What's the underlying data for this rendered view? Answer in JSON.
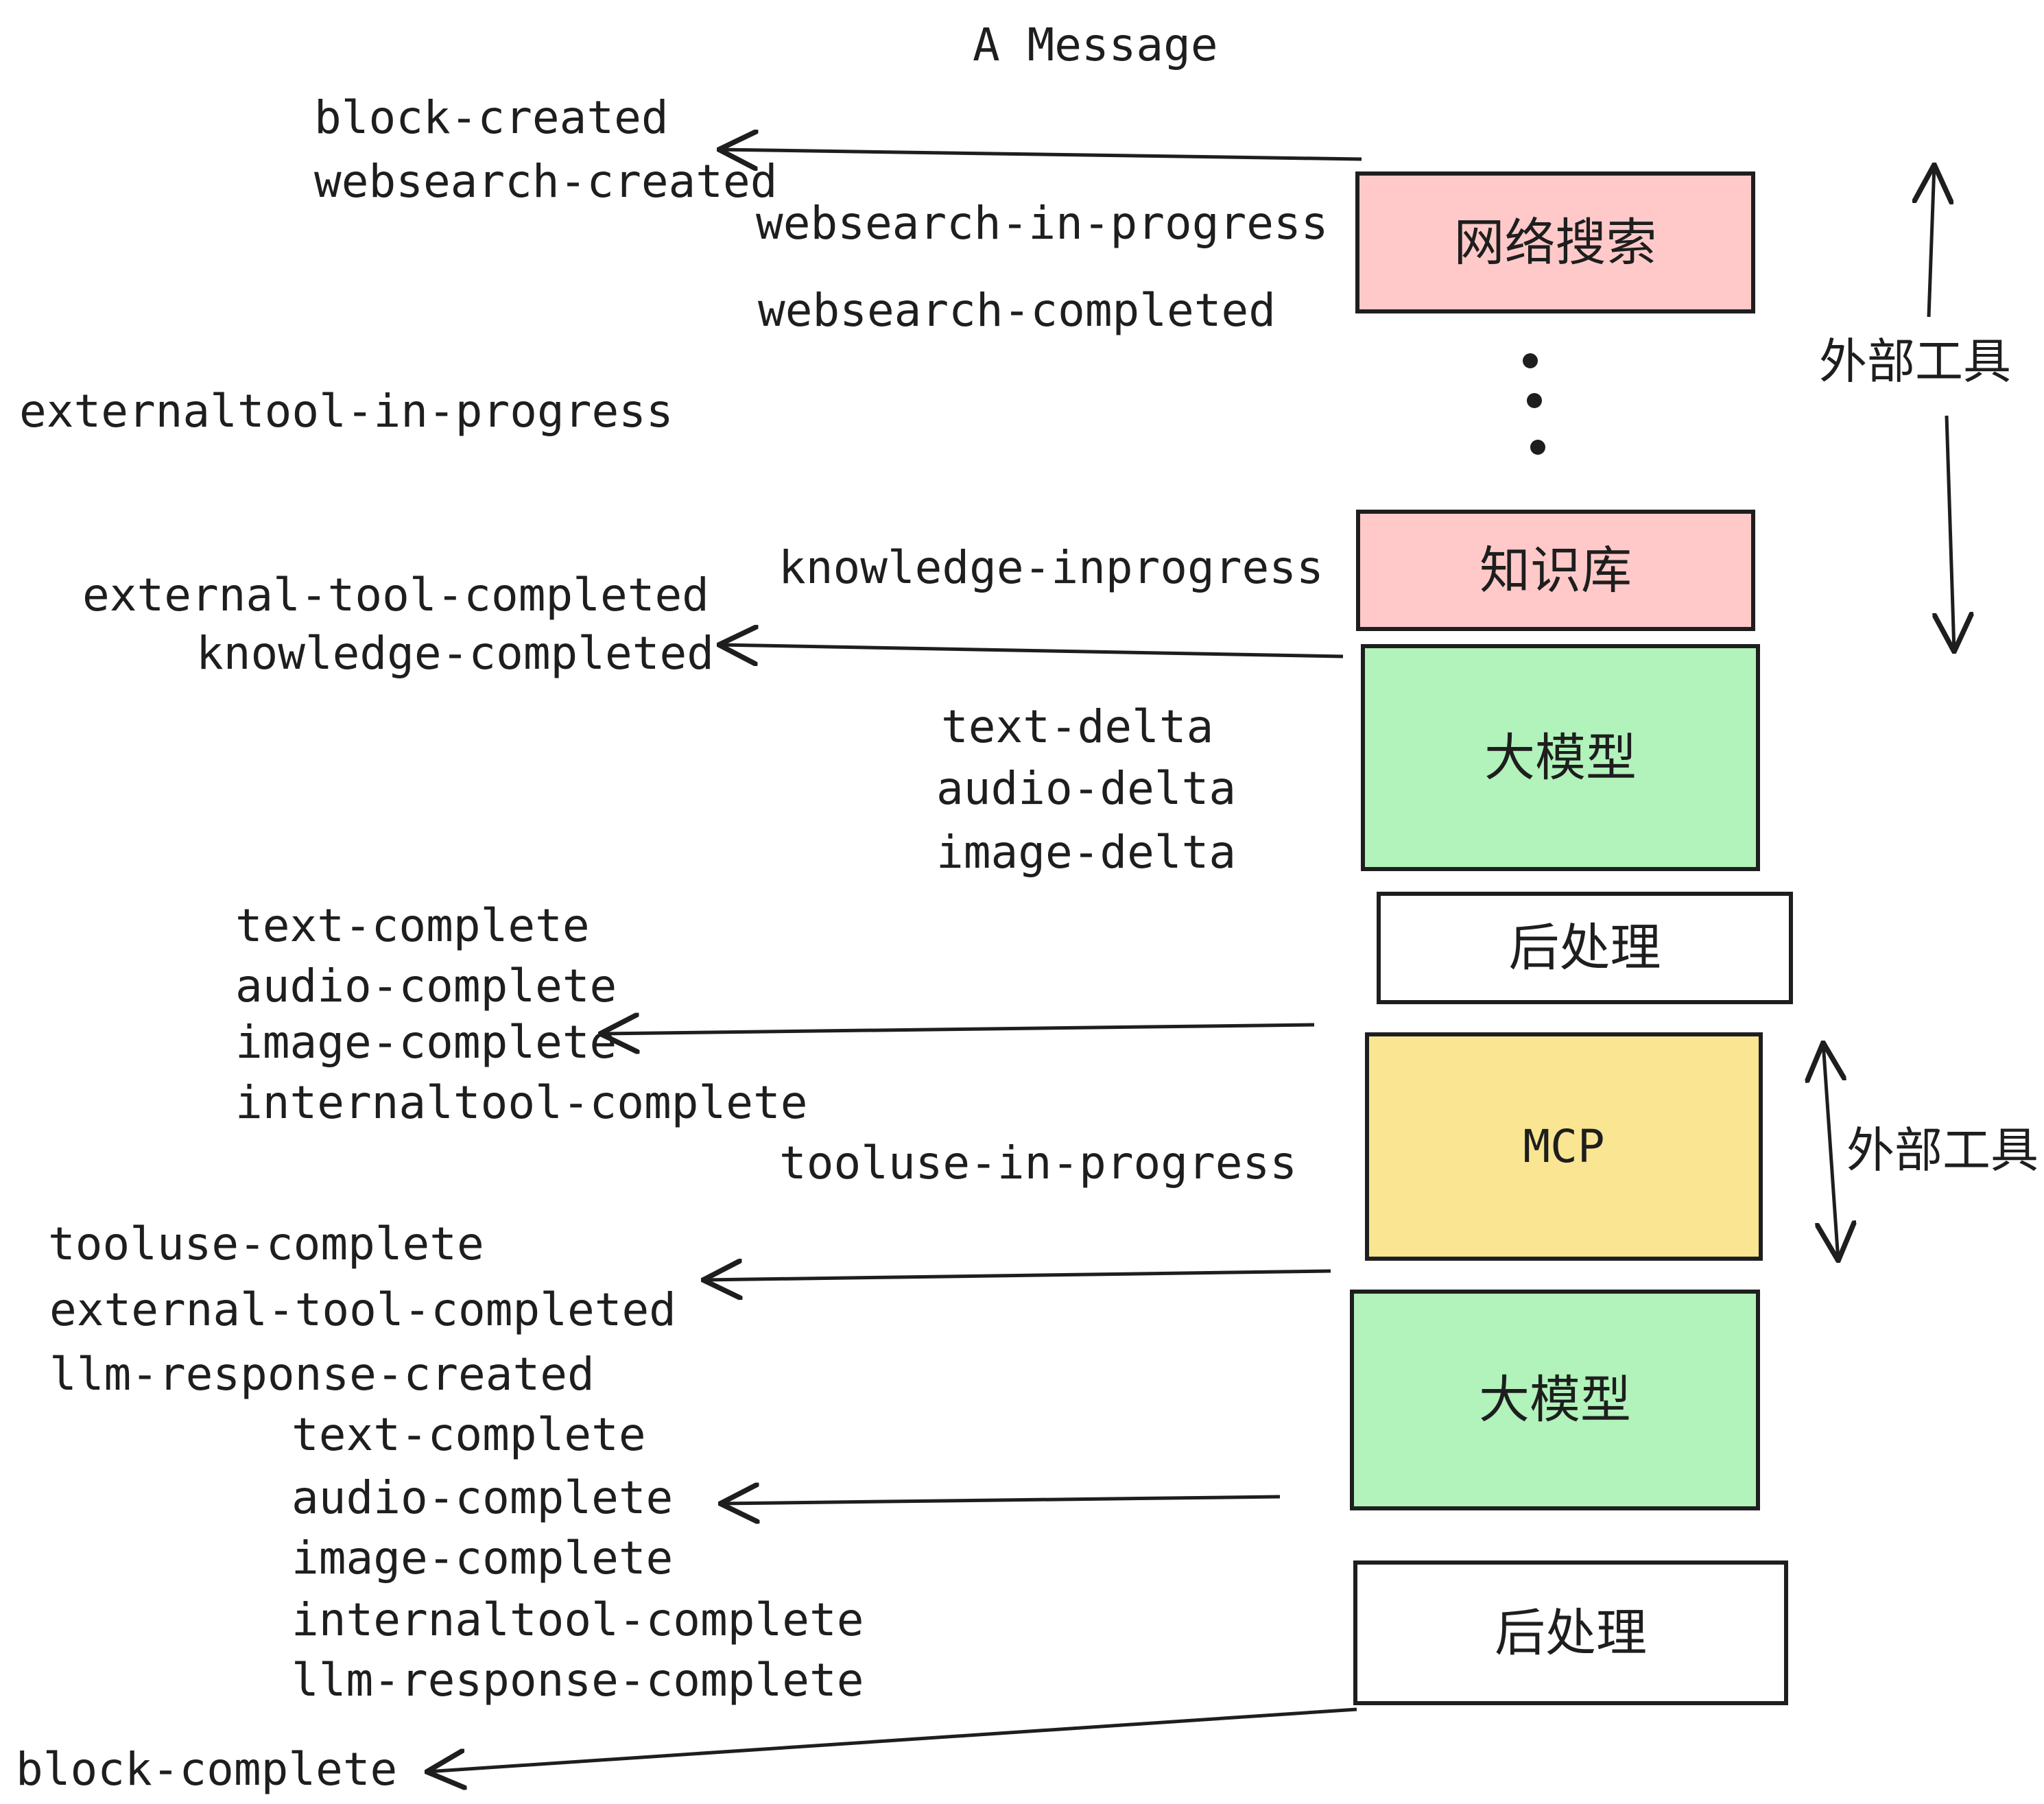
{
  "title": "A Message",
  "colors": {
    "ink": "#1e1e1e",
    "websearch_box": "#ffc9c9",
    "knowledge_box": "#ffc9c9",
    "llm_box": "#b2f2bb",
    "postprocess_box": "#ffffff",
    "mcp_box": "#f9e592"
  },
  "boxes": [
    {
      "label": "网络搜索"
    },
    {
      "label": "知识库"
    },
    {
      "label": "大模型"
    },
    {
      "label": "后处理"
    },
    {
      "label": "MCP"
    },
    {
      "label": "大模型"
    },
    {
      "label": "后处理"
    }
  ],
  "side_labels": [
    {
      "label": "外部工具"
    },
    {
      "label": "外部工具"
    }
  ],
  "events": [
    {
      "label": "block-created"
    },
    {
      "label": "websearch-created"
    },
    {
      "label": "websearch-in-progress"
    },
    {
      "label": "websearch-completed"
    },
    {
      "label": "externaltool-in-progress"
    },
    {
      "label": "knowledge-inprogress"
    },
    {
      "label": "external-tool-completed"
    },
    {
      "label": "knowledge-completed"
    },
    {
      "label": "text-delta"
    },
    {
      "label": "audio-delta"
    },
    {
      "label": "image-delta"
    },
    {
      "label": "text-complete"
    },
    {
      "label": "audio-complete"
    },
    {
      "label": "image-complete"
    },
    {
      "label": "internaltool-complete"
    },
    {
      "label": "tooluse-in-progress"
    },
    {
      "label": "tooluse-complete"
    },
    {
      "label": "external-tool-completed"
    },
    {
      "label": "llm-response-created"
    },
    {
      "label": "text-complete"
    },
    {
      "label": "audio-complete"
    },
    {
      "label": "image-complete"
    },
    {
      "label": "internaltool-complete"
    },
    {
      "label": "llm-response-complete"
    },
    {
      "label": "block-complete"
    }
  ]
}
